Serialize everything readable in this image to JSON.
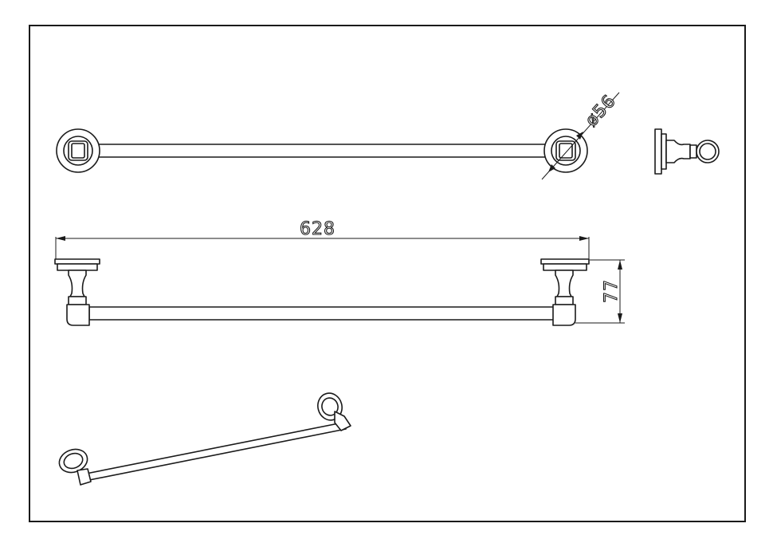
{
  "dimensions": {
    "overall_length": "628",
    "rosette_diameter": "ø56",
    "projection_depth": "77"
  },
  "views": [
    "top-view",
    "front-view",
    "side-view",
    "isometric-view"
  ]
}
